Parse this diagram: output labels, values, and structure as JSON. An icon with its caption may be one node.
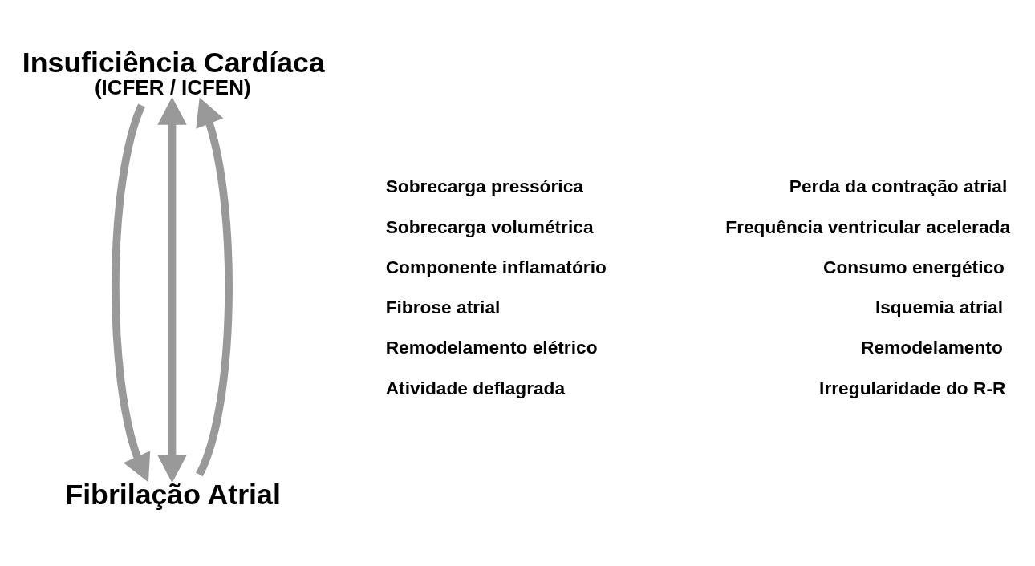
{
  "diagram": {
    "nodes": [
      {
        "text": [
          "Insuficiência Cardíaca",
          "(ICFER / ICFEN)"
        ]
      },
      {
        "text": [
          "Fibrilação Atrial"
        ]
      }
    ],
    "edges": [
      {
        "from": 0,
        "to": 1,
        "arrow": "to"
      },
      {
        "from": 0,
        "to": 1,
        "arrow": "both"
      },
      {
        "from": 1,
        "to": 0,
        "arrow": "to"
      }
    ],
    "labels": [
      "Sobrecarga pressórica",
      "Sobrecarga volumétrica",
      "Componente inflamatório",
      "Fibrose atrial",
      "Remodelamento elétrico",
      "Atividade deflagrada",
      "Perda da contração atrial",
      "Frequência ventricular acelerada",
      "Consumo energético",
      "Isquemia atrial",
      "Remodelamento",
      "Irregularidade do R-R"
    ]
  }
}
